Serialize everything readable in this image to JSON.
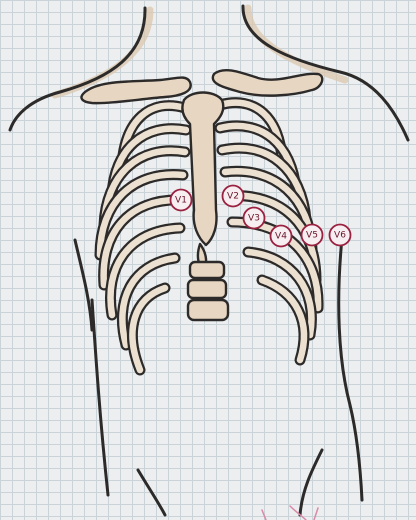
{
  "electrodes": [
    {
      "label": "V1"
    },
    {
      "label": "V2"
    },
    {
      "label": "V3"
    },
    {
      "label": "V4"
    },
    {
      "label": "V5"
    },
    {
      "label": "V6"
    }
  ],
  "colors": {
    "grid_paper": "#eceeef",
    "grid_lines": "#c9d3d8",
    "outline": "#2d2a2a",
    "bone_fill": "#e7d6c2",
    "electrode_ring": "#9a2140"
  }
}
